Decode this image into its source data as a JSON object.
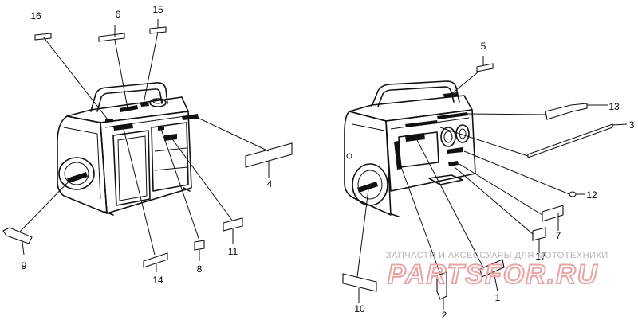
{
  "diagram": {
    "parts": [
      {
        "id": "p1",
        "number": "1"
      },
      {
        "id": "p2",
        "number": "2"
      },
      {
        "id": "p3",
        "number": "3"
      },
      {
        "id": "p4",
        "number": "4"
      },
      {
        "id": "p5",
        "number": "5"
      },
      {
        "id": "p6",
        "number": "6"
      },
      {
        "id": "p7",
        "number": "7"
      },
      {
        "id": "p8",
        "number": "8"
      },
      {
        "id": "p9",
        "number": "9"
      },
      {
        "id": "p10",
        "number": "10"
      },
      {
        "id": "p11",
        "number": "11"
      },
      {
        "id": "p12",
        "number": "12"
      },
      {
        "id": "p13",
        "number": "13"
      },
      {
        "id": "p14",
        "number": "14"
      },
      {
        "id": "p15",
        "number": "15"
      },
      {
        "id": "p16",
        "number": "16"
      },
      {
        "id": "p17",
        "number": "17"
      }
    ]
  },
  "watermark": {
    "tagline": "ЗАПЧАСТИ И АКСЕССУАРЫ ДЛЯ МОТОТЕХНИКИ",
    "brand": "PARTSFOR.RU",
    "color": "#e9a3a3"
  }
}
